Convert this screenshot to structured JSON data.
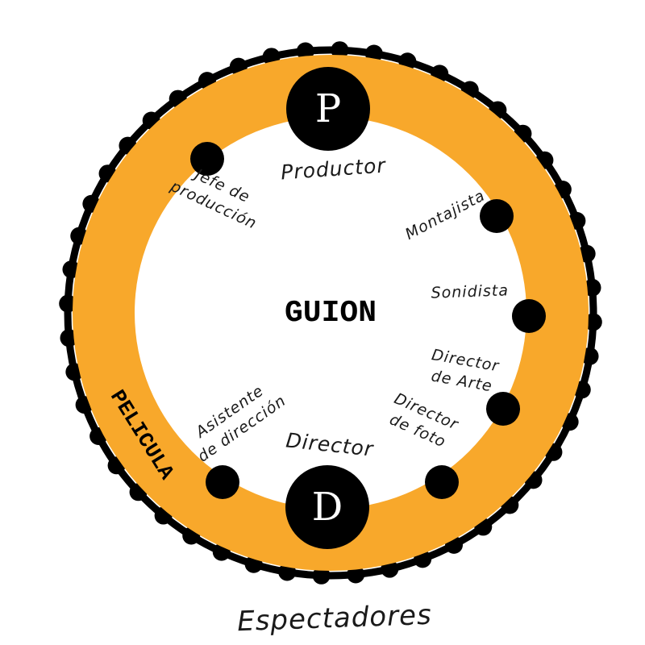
{
  "diagram": {
    "center_label": "GUION",
    "ring_label": "PELICULA",
    "outer_label": "Espectadores",
    "colors": {
      "ring": "#F8A82B",
      "chain": "#000000",
      "background": "#FFFFFF",
      "node": "#000000",
      "node_letter": "#FFFFFF",
      "text": "#1A1A1A"
    },
    "major_nodes": [
      {
        "id": "productor",
        "letter": "P",
        "label": "Productor"
      },
      {
        "id": "director",
        "letter": "D",
        "label": "Director"
      }
    ],
    "minor_nodes": [
      {
        "id": "jefe-de-produccion",
        "label_lines": [
          "Jefe de",
          "producción"
        ]
      },
      {
        "id": "montajista",
        "label_lines": [
          "Montajista"
        ]
      },
      {
        "id": "sonidista",
        "label_lines": [
          "Sonidista"
        ]
      },
      {
        "id": "director-de-arte",
        "label_lines": [
          "Director",
          "de Arte"
        ]
      },
      {
        "id": "director-de-foto",
        "label_lines": [
          "Director",
          "de foto"
        ]
      },
      {
        "id": "asistente-de-direccion",
        "label_lines": [
          "Asistente",
          "de dirección"
        ]
      }
    ]
  }
}
